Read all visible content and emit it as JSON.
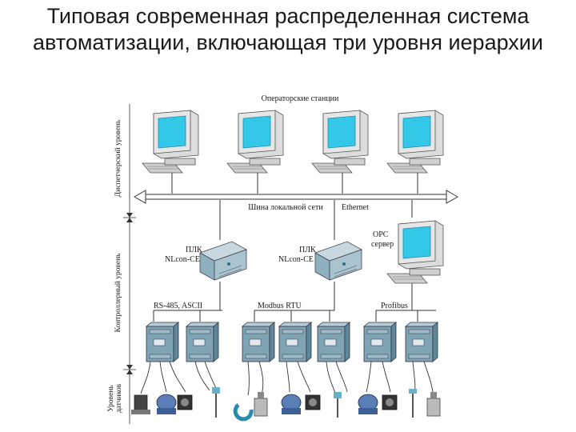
{
  "title": "Типовая современная распределенная система автоматизации, включающая три уровня иерархии",
  "levels": {
    "dispatcher": "Диспетчерский уровень",
    "controller": "Контроллерный уровень",
    "sensor_line1": "Уровень",
    "sensor_line2": "датчиков"
  },
  "labels": {
    "operator_stations": "Операторские станции",
    "lan_bus": "Шина локальной сети",
    "ethernet": "Ethernet",
    "opc_line1": "OPC",
    "opc_line2": "сервер",
    "plc1_line1": "ПЛК",
    "plc1_line2": "NLcon-CE",
    "plc2_line1": "ПЛК",
    "plc2_line2": "NLcon-CE",
    "bus_rs485": "RS-485, ASCII",
    "bus_modbus": "Modbus RTU",
    "bus_profibus": "Profibus"
  },
  "colors": {
    "screen": "#33c8e8",
    "monitor": "#d8d8d8",
    "module": "#7fa4b4",
    "line": "#333333"
  }
}
